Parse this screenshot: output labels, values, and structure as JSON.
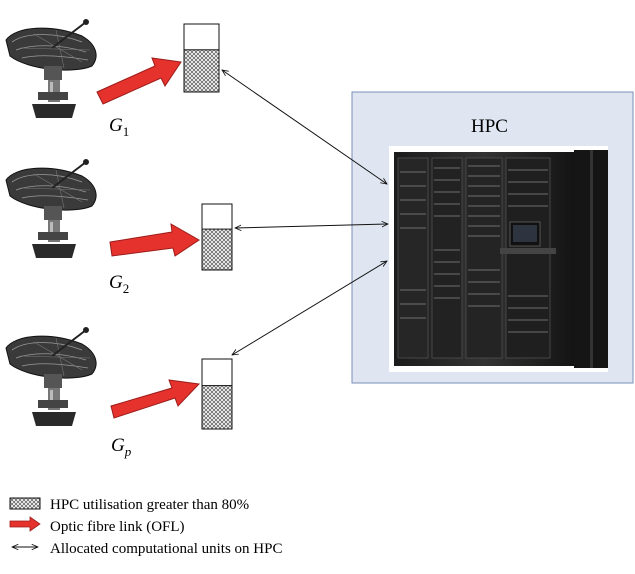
{
  "hpc": {
    "label": "HPC",
    "fill_color": "#dfe6f1",
    "border_color": "#7a8fb8"
  },
  "stations": [
    {
      "name": "G",
      "subscript": "1",
      "utilisation": 0.62
    },
    {
      "name": "G",
      "subscript": "2",
      "utilisation": 0.62
    },
    {
      "name": "G",
      "subscript": "p",
      "utilisation": 0.62
    }
  ],
  "colors": {
    "arrow_red": "#e5322d",
    "arrow_outline": "#9b1c1a"
  },
  "legend": [
    {
      "icon": "hatched-box-icon",
      "text": "HPC utilisation greater than 80%"
    },
    {
      "icon": "red-arrow-icon",
      "text": "Optic fibre link (OFL)"
    },
    {
      "icon": "double-arrow-icon",
      "text": "Allocated computational units on HPC"
    }
  ]
}
